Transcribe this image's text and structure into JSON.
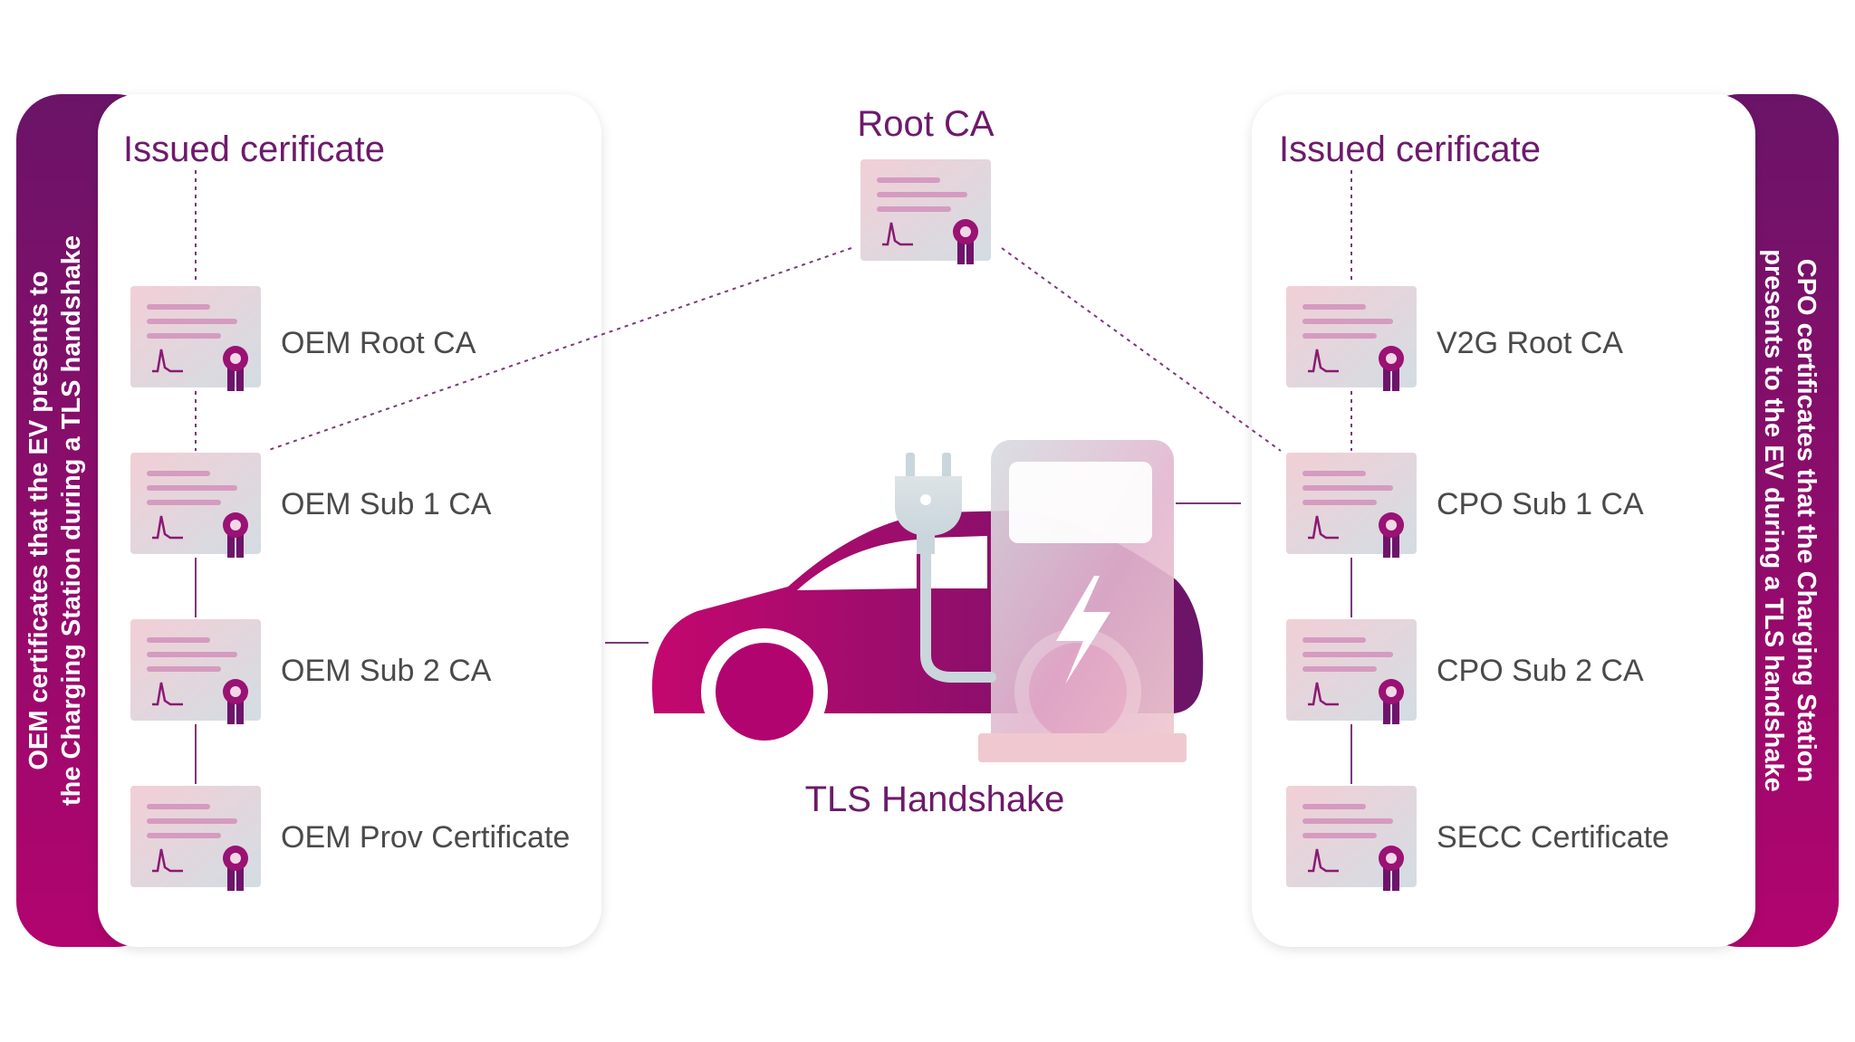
{
  "colors": {
    "purple_dark": "#6a1468",
    "magenta": "#b2046e",
    "text_heading": "#6d1a6b",
    "text_label": "#4a4a4a"
  },
  "left_panel": {
    "side_text_line1": "OEM certificates that the EV presents to",
    "side_text_line2": "the Charging Station during a TLS handshake",
    "heading": "Issued cerificate",
    "items": [
      {
        "label": "OEM Root CA",
        "icon": "certificate-icon"
      },
      {
        "label": "OEM Sub 1 CA",
        "icon": "certificate-icon"
      },
      {
        "label": "OEM Sub 2 CA",
        "icon": "certificate-icon"
      },
      {
        "label": "OEM Prov Certificate",
        "icon": "certificate-icon"
      }
    ]
  },
  "right_panel": {
    "side_text_line1": "CPO certificates that the Charging Station",
    "side_text_line2": "presents to the EV during a TLS handshake",
    "heading": "Issued cerificate",
    "items": [
      {
        "label": "V2G Root CA",
        "icon": "certificate-icon"
      },
      {
        "label": "CPO Sub 1 CA",
        "icon": "certificate-icon"
      },
      {
        "label": "CPO Sub 2 CA",
        "icon": "certificate-icon"
      },
      {
        "label": "SECC Certificate",
        "icon": "certificate-icon"
      }
    ]
  },
  "center": {
    "root_ca_label": "Root CA",
    "handshake_label": "TLS Handshake",
    "car_icon": "car-icon",
    "charger_icon": "charging-station-icon",
    "plug_icon": "plug-icon"
  }
}
